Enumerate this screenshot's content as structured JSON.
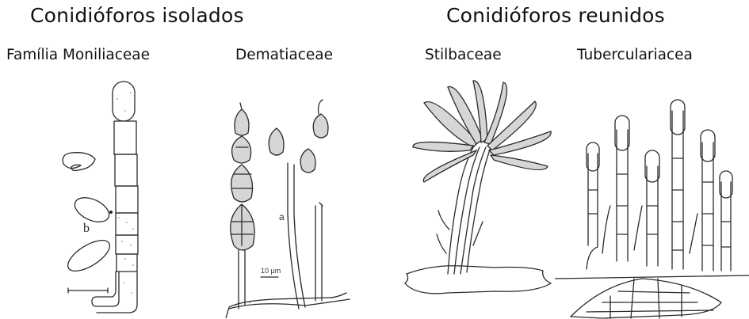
{
  "headings": {
    "isolated": "Conidióforos isolados",
    "grouped": "Conidióforos reunidos"
  },
  "families": {
    "moniliaceae": "Família Moniliaceae",
    "dematiaceae": "Dematiaceae",
    "stilbaceae": "Stilbaceae",
    "tuberculariacea": "Tuberculariacea"
  },
  "figure_labels": {
    "b": "b",
    "a": "a",
    "scale": "10 µm"
  }
}
